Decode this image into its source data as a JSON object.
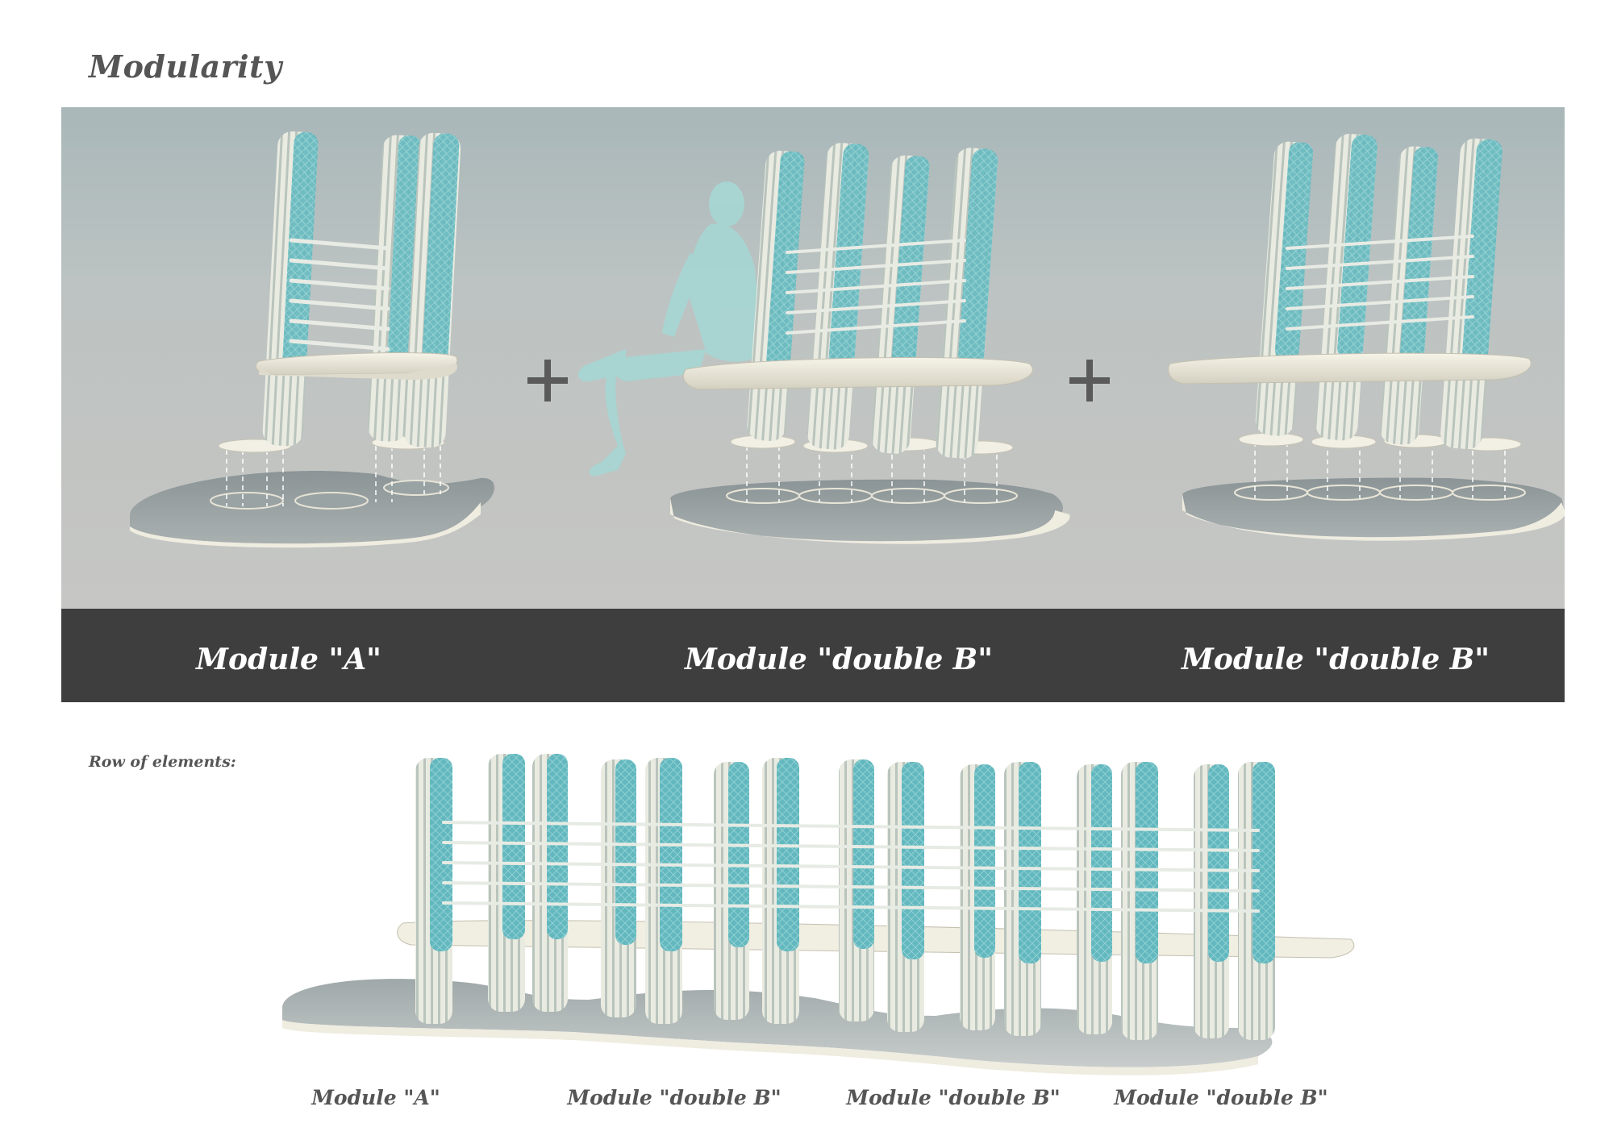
{
  "title": "Modularity",
  "top_panel": {
    "plus_signs": [
      "+",
      "+"
    ],
    "labels": [
      "Module \"A\"",
      "Module \"double B\"",
      "Module \"double B\""
    ]
  },
  "row_section": {
    "title": "Row of elements:",
    "labels": [
      "Module \"A\"",
      "Module \"double B\"",
      "Module \"double B\"",
      "Module \"double B\""
    ]
  },
  "colors": {
    "panel_top": "#a9b7b9",
    "panel_bottom": "#c6c7c5",
    "label_bar": "#3e3e3e",
    "column_teal": "#5fb7bd",
    "column_light": "#dde8e4",
    "platform_cream": "#f0ede0",
    "silhouette": "#a6d6d3",
    "heading_text": "#555555"
  },
  "icons": [
    "plus-icon",
    "seated-person-silhouette"
  ]
}
